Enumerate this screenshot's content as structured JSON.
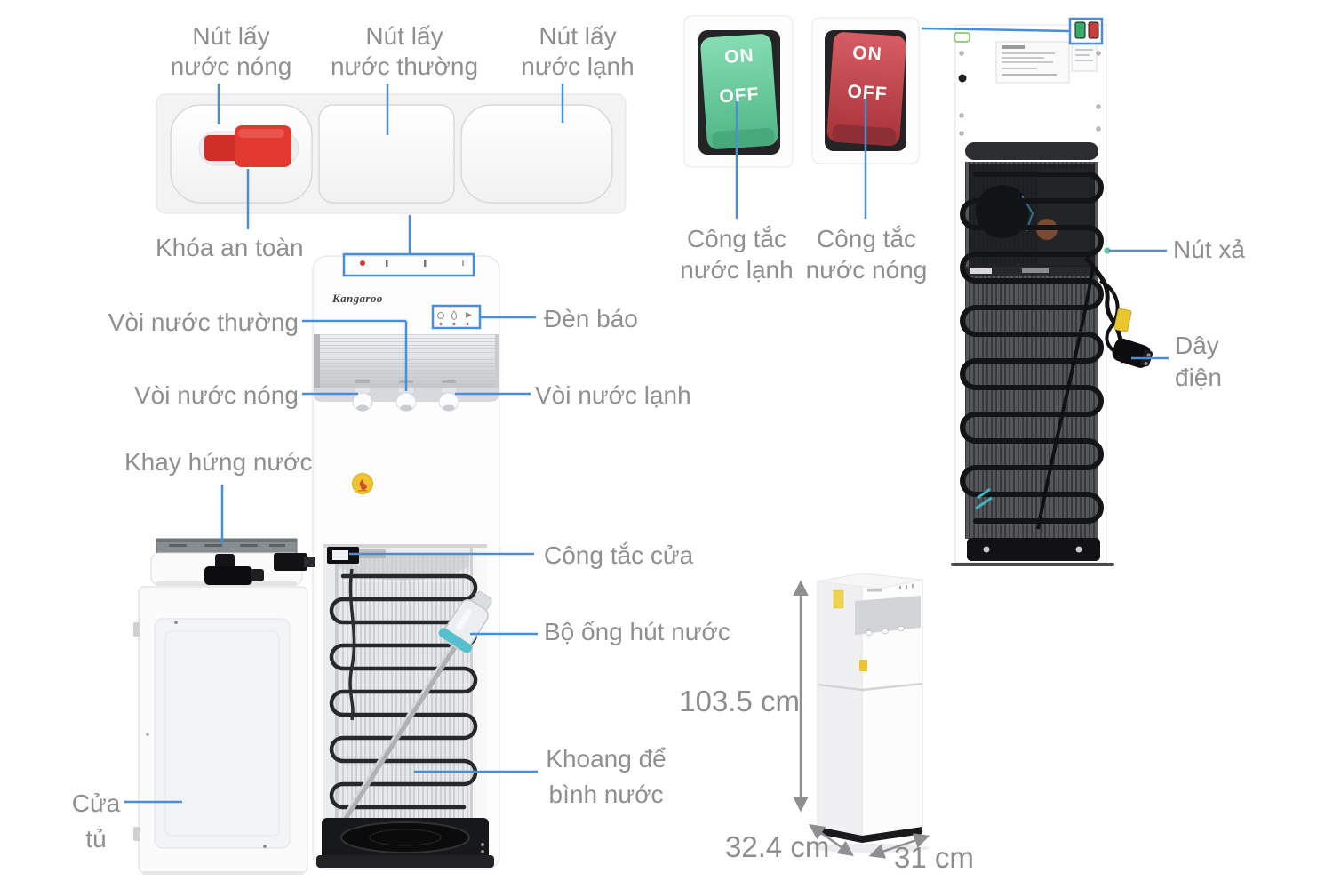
{
  "title": "Kangaroo water dispenser annotated diagram",
  "brand": "Kangaroo",
  "colors": {
    "label_gray": "#8f8f8f",
    "callout_blue": "#4b8ed8",
    "switch_green": "#5fc793",
    "switch_red": "#c04046",
    "safety_lock_red": "#e23a31",
    "sticker_yellow": "#f1c32f"
  },
  "labels": {
    "btn_hot": "Nút lấy\nnước nóng",
    "btn_normal": "Nút lấy\nnước thường",
    "btn_cold": "Nút lấy\nnước lạnh",
    "safety_lock": "Khóa an toàn",
    "switch_cold": "Công tắc\nnước lạnh",
    "switch_hot": "Công tắc\nnước nóng",
    "drain": "Nút xả",
    "power_cord": "Dây\nđiện",
    "tap_normal": "Vòi nước thường",
    "indicator": "Đèn báo",
    "tap_hot": "Vòi nước nóng",
    "tap_cold": "Vòi nước lạnh",
    "drip_tray": "Khay hứng nước",
    "door_switch": "Công tắc cửa",
    "suction_tube": "Bộ ống hút nước",
    "bottle_bay": "Khoang để\nbình nước",
    "cabinet_door": "Cửa\ntủ"
  },
  "switches": {
    "cold": {
      "on": "ON",
      "off": "OFF"
    },
    "hot": {
      "on": "ON",
      "off": "OFF"
    }
  },
  "dimensions": {
    "height": "103.5 cm",
    "depth": "32.4 cm",
    "width": "31 cm"
  }
}
